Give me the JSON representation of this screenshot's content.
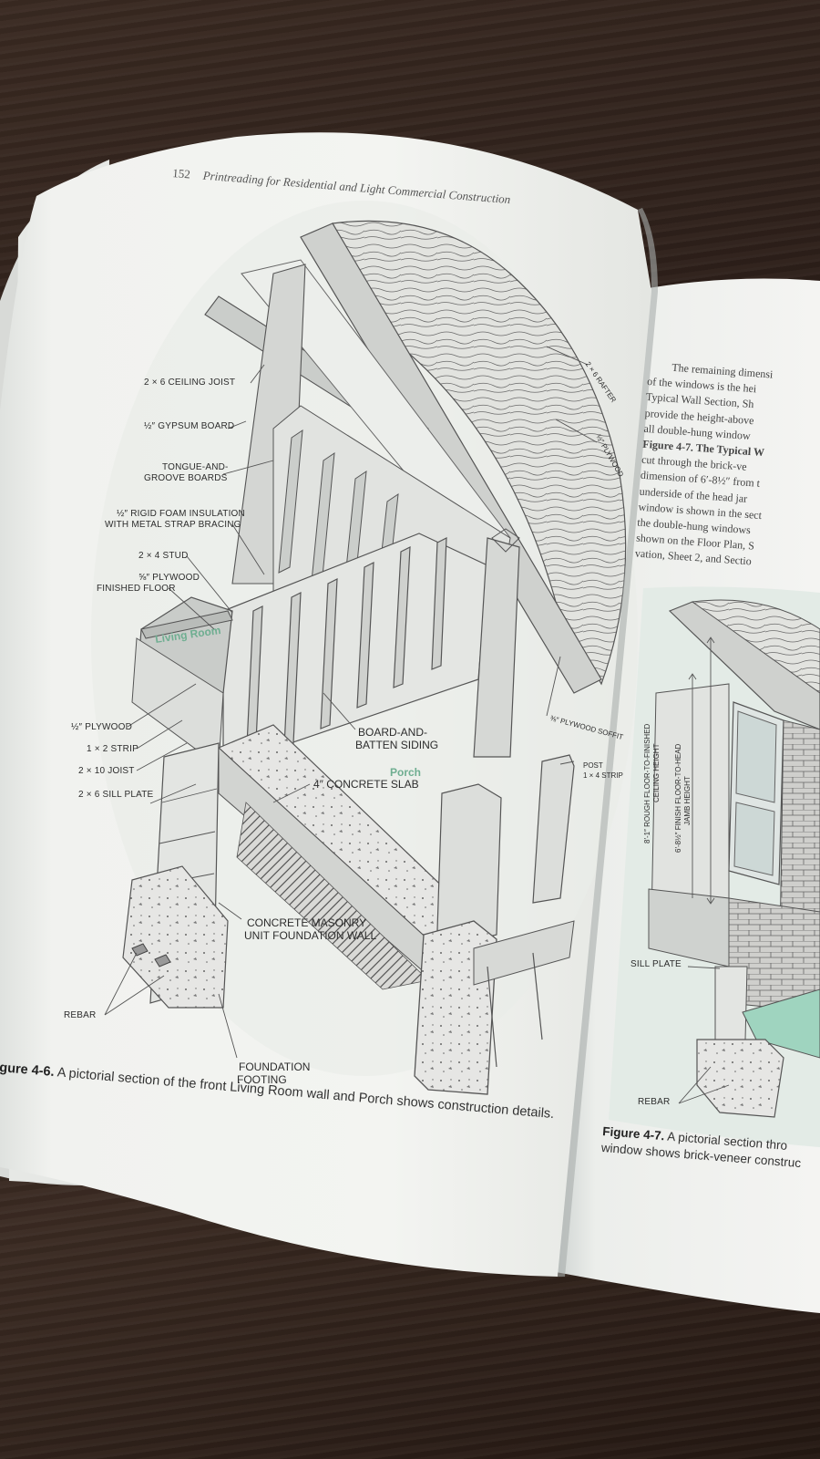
{
  "header": {
    "page_number": "152",
    "book_title": "Printreading for Residential and Light Commercial Construction"
  },
  "labels": {
    "ceiling_joist": "2 × 6 CEILING JOIST",
    "gypsum": "½″ GYPSUM BOARD",
    "tongue1": "TONGUE-AND-",
    "tongue2": "GROOVE BOARDS",
    "foam1": "½″ RIGID FOAM INSULATION",
    "foam2": "WITH METAL STRAP BRACING",
    "stud": "2 × 4 STUD",
    "plywood_floor1": "⅝″ PLYWOOD",
    "plywood_floor2": "FINISHED FLOOR",
    "living_room": "Living Room",
    "plywood": "½″ PLYWOOD",
    "strip": "1 × 2 STRIP",
    "joist": "2 × 10 JOIST",
    "sill_plate": "2 × 6 SILL PLATE",
    "board_batten1": "BOARD-AND-",
    "board_batten2": "BATTEN SIDING",
    "porch": "Porch",
    "slab": "4″ CONCRETE SLAB",
    "cmu1": "CONCRETE MASONRY",
    "cmu2": "UNIT FOUNDATION WALL",
    "rebar": "REBAR",
    "footing1": "FOUNDATION",
    "footing2": "FOOTING",
    "rafter": "2 × 6 RAFTER",
    "plywood_roof": "½″ PLYWOOD",
    "soffit": "⅜″ PLYWOOD SOFFIT",
    "post1": "POST",
    "post2": "1 × 4 STRIP"
  },
  "caption_left": {
    "figure": "gure 4-6.",
    "text": " A pictorial section of the front Living Room wall and Porch shows construction details."
  },
  "right_page": {
    "para_lines": [
      "The remaining dimensi",
      "of the windows is the hei",
      "Typical Wall Section, Sh",
      "provide the height-above",
      "all double-hung window",
      "Figure 4-7. The Typical W",
      "cut through the brick-ve",
      "dimension of 6′-8½″ from t",
      "underside of the head jar",
      "window is shown in the sect",
      "the double-hung windows",
      "shown on the Floor Plan, S",
      "vation, Sheet 2, and Sectio"
    ],
    "dim1a": "8′-1″ ROUGH FLOOR-TO-FINISHED",
    "dim1b": "CEILING HEIGHT",
    "dim2a": "6′-8½″ FINISH FLOOR-TO-HEAD",
    "dim2b": "JAMB HEIGHT",
    "sill_plate": "SILL PLATE",
    "rebar": "REBAR",
    "caption_figure": "Figure 4-7.",
    "caption_line1": " A pictorial section thro",
    "caption_line2": "window shows brick-veneer construc"
  }
}
